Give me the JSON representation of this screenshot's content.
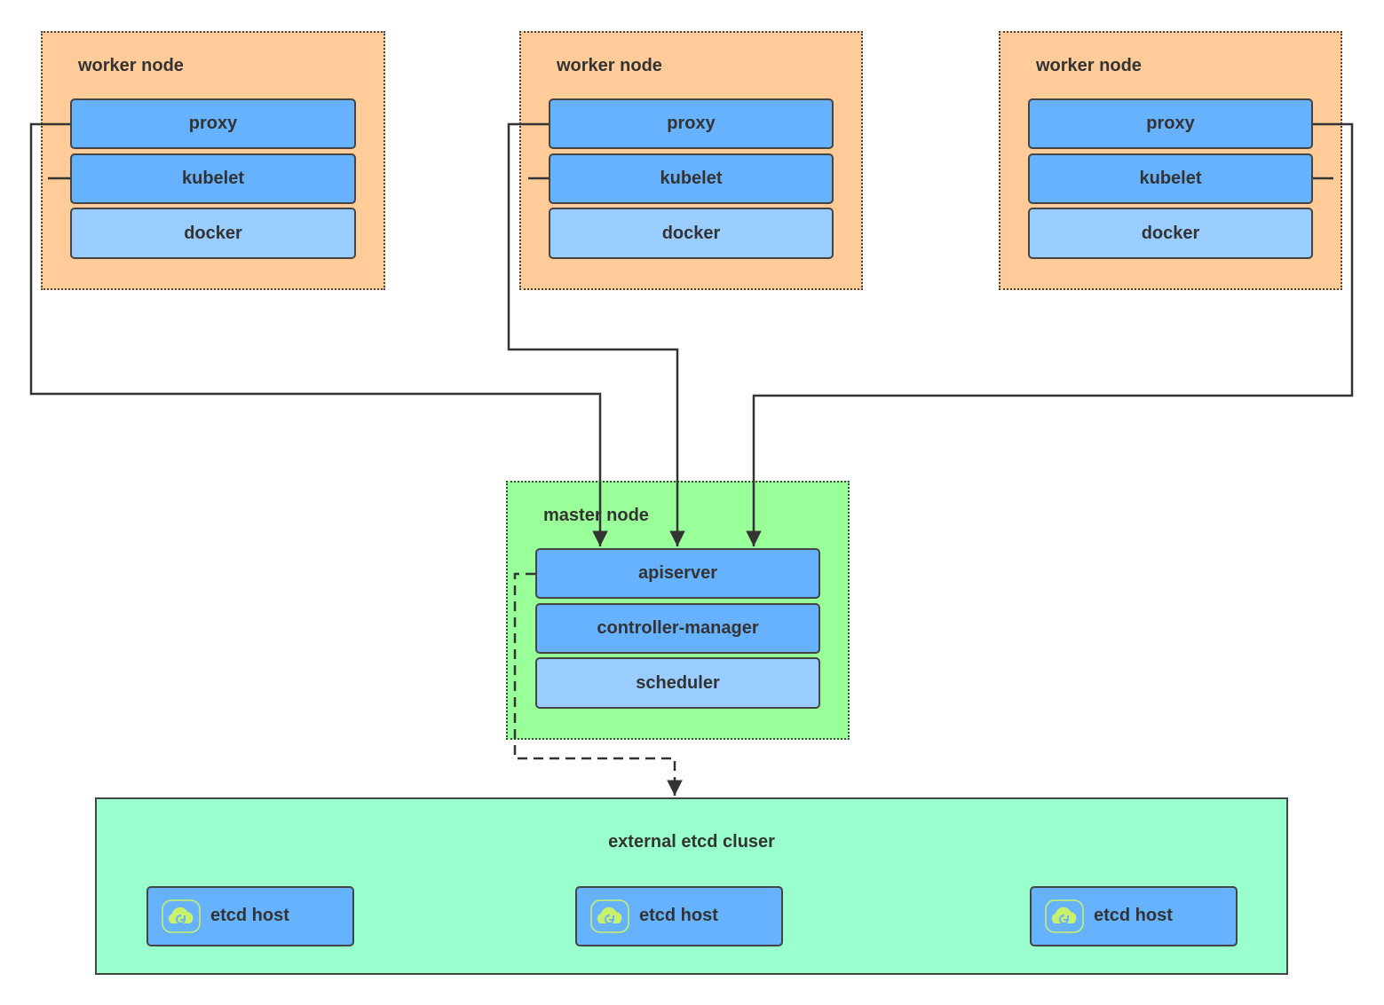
{
  "workers": [
    {
      "title": "worker node",
      "components": [
        "proxy",
        "kubelet",
        "docker"
      ]
    },
    {
      "title": "worker node",
      "components": [
        "proxy",
        "kubelet",
        "docker"
      ]
    },
    {
      "title": "worker node",
      "components": [
        "proxy",
        "kubelet",
        "docker"
      ]
    }
  ],
  "master": {
    "title": "master node",
    "components": [
      "apiserver",
      "controller-manager",
      "scheduler"
    ]
  },
  "etcd": {
    "title": "external etcd cluser",
    "hosts": [
      "etcd host",
      "etcd host",
      "etcd host"
    ],
    "icon": "cloud-sync-icon"
  },
  "colors": {
    "worker_bg": "#FFCC99",
    "master_bg": "#99FF99",
    "etcd_bg": "#99FFCC",
    "component_dark": "#66B2FF",
    "component_light": "#99CCFF",
    "line": "#333333"
  }
}
